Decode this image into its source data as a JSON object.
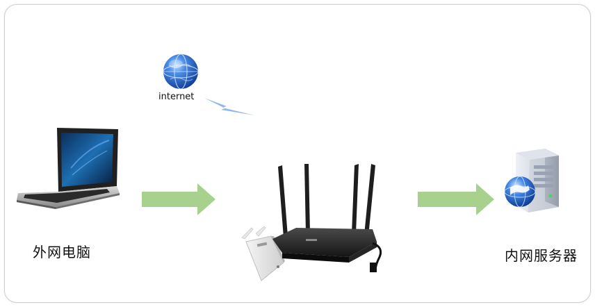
{
  "diagram": {
    "internet_label": "internet",
    "external_pc_label": "外网电脑",
    "internal_server_label": "内网服务器"
  },
  "colors": {
    "frame_border": "#cfcfcf",
    "arrow_fill": "#a9d18e",
    "globe_blue": "#2f6fd1",
    "lightning_blue": "#8fb6ea",
    "router_body": "#2b2b2b",
    "server_body": "#c7ccd6"
  },
  "icons": {
    "globe": "globe-icon",
    "lightning": "lightning-icon",
    "laptop": "laptop-icon",
    "router": "router-icon",
    "range_extender": "range-extender-icon",
    "server": "server-icon",
    "arrow": "right-arrow-icon"
  }
}
